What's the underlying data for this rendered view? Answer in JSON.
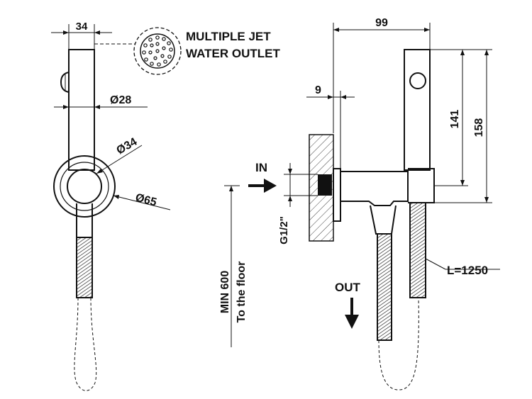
{
  "front_view": {
    "width_dim": "34",
    "handle_dia": "Ø28",
    "socket_dia": "Ø34",
    "flange_dia": "Ø65"
  },
  "outlet_callout": {
    "line1": "MULTIPLE JET",
    "line2": "WATER OUTLET"
  },
  "side_view": {
    "depth_dim": "99",
    "wall_offset_dim": "9",
    "height_141": "141",
    "height_158": "158",
    "in_label": "IN",
    "thread_label": "G1/2\"",
    "out_label": "OUT",
    "hose_length": "L=1250",
    "floor_line1": "MIN 600",
    "floor_line2": "To the floor"
  },
  "colors": {
    "ink": "#111111",
    "background": "#ffffff"
  }
}
